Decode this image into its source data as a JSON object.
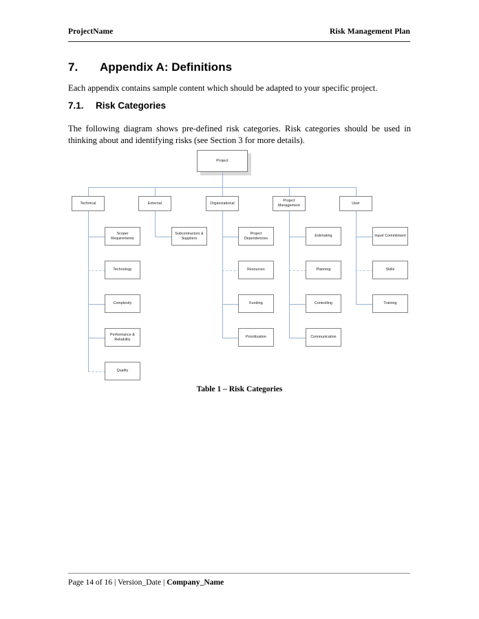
{
  "header": {
    "left": "ProjectName",
    "right": "Risk Management Plan"
  },
  "headings": {
    "section_number": "7.",
    "section_title": "Appendix A: Definitions",
    "subsection_number": "7.1.",
    "subsection_title": "Risk Categories"
  },
  "body": {
    "paragraph1": "Each appendix contains sample content which should be adapted to your specific project.",
    "paragraph2": "The following diagram shows pre-defined risk categories.  Risk categories should be used in thinking about and identifying risks (see Section 3 for more details)."
  },
  "caption": "Table 1 – Risk Categories",
  "footer": {
    "page_text": "Page 14 of 16 | Version_Date | ",
    "company": "Company_Name"
  },
  "colors": {
    "connector": "#95b3d7",
    "node_border": "#808080",
    "shadow": "#d9d9d9",
    "rule": "#2b2b2b"
  },
  "diagram": {
    "root": "Project",
    "branches": [
      {
        "name": "Technical",
        "children": [
          "Scope/ Requirements",
          "Technology",
          "Complexity",
          "Performance & Reliability",
          "Quality"
        ]
      },
      {
        "name": "External",
        "children": [
          "Subcontractors & Suppliers"
        ]
      },
      {
        "name": "Organizational",
        "children": [
          "Project Dependencies",
          "Resources",
          "Funding",
          "Prioritization"
        ]
      },
      {
        "name": "Project Management",
        "children": [
          "Estimating",
          "Planning",
          "Controlling",
          "Communication"
        ]
      },
      {
        "name": "User",
        "children": [
          "Input/ Commitment",
          "Skills",
          "Training"
        ]
      }
    ]
  }
}
